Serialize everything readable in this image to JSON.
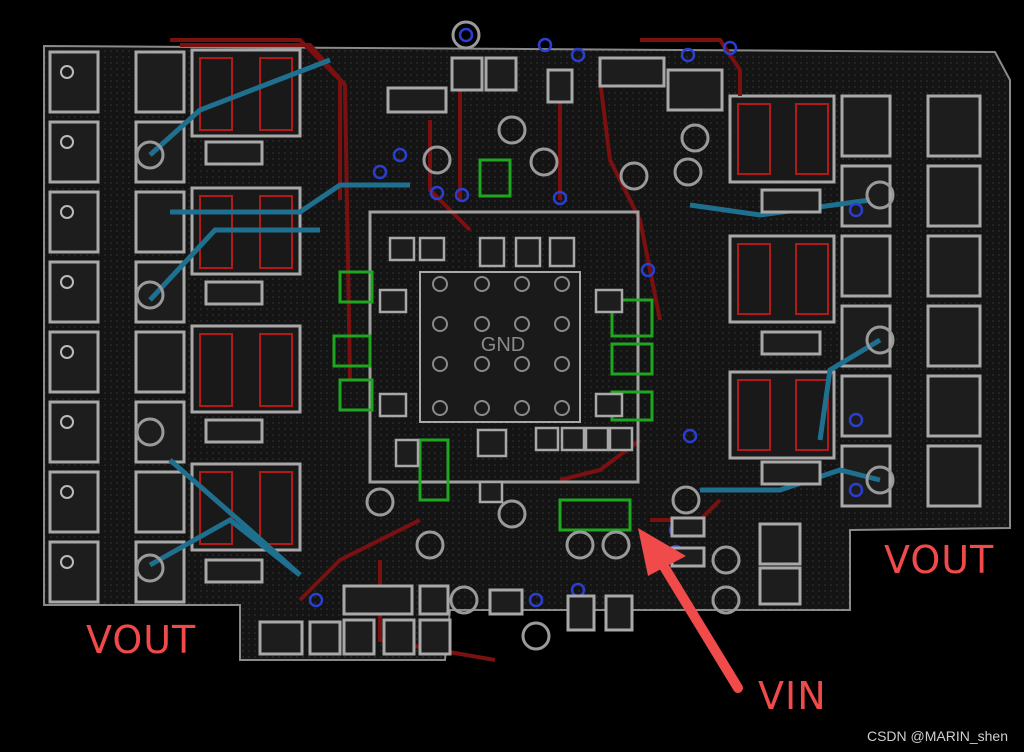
{
  "labels": {
    "gnd": "GND",
    "vout_left": "VOUT",
    "vout_right": "VOUT",
    "vin": "VIN"
  },
  "watermark": "CSDN @MARIN_shen",
  "colors": {
    "background": "#000000",
    "copper_pour": "#1b1b1b",
    "outline_gray": "#9a9a9a",
    "pad_red": "#b21a1a",
    "trace_red": "#7a1010",
    "trace_blue": "#1f6f8f",
    "silk_green": "#1fa51f",
    "via_blue": "#2a3fd0",
    "annotation_red": "#f04a4a"
  }
}
